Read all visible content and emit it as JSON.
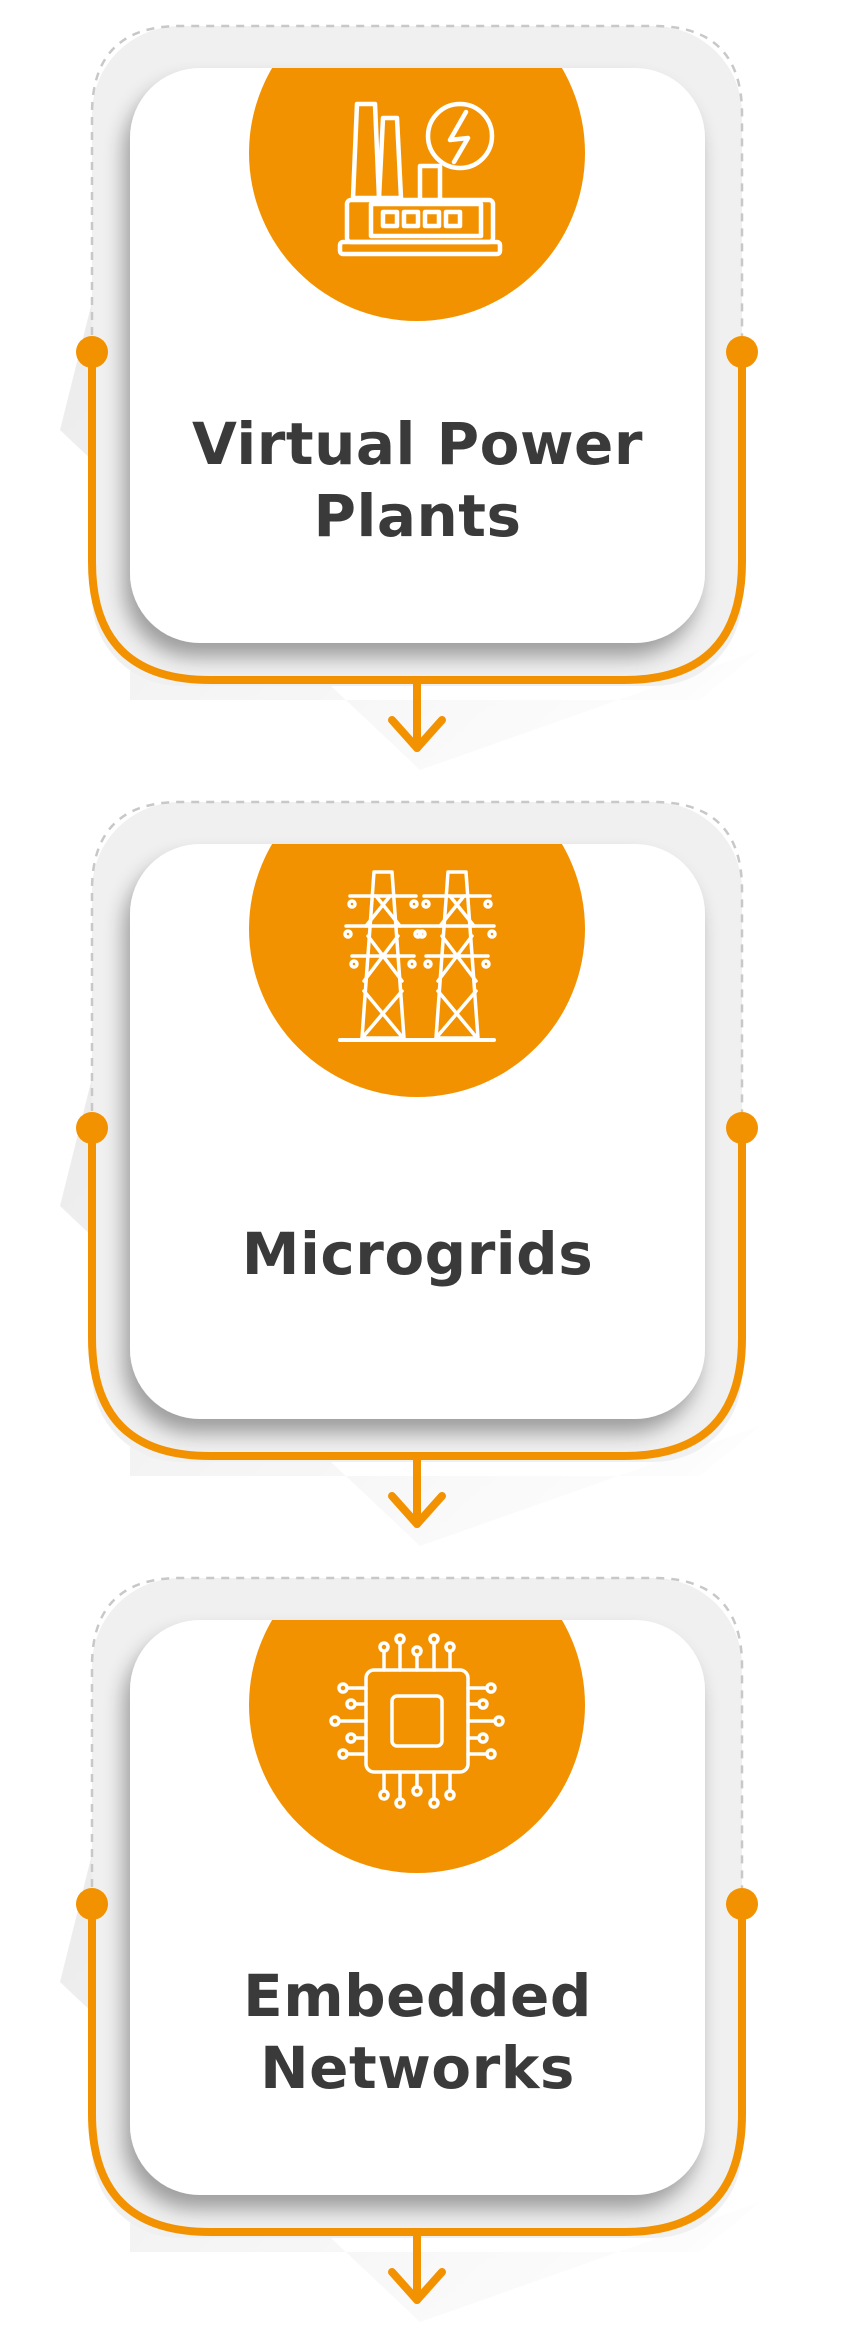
{
  "colors": {
    "accent": "#F39200",
    "card": "#FFFFFF",
    "outer_frame": "#F0F0F0",
    "text": "#3A3A3A",
    "dashed_border": "#C8C8C8"
  },
  "steps": [
    {
      "label": "Virtual Power\nPlants",
      "icon": "power-plant-icon"
    },
    {
      "label": "Microgrids",
      "icon": "transmission-towers-icon"
    },
    {
      "label": "Embedded\nNetworks",
      "icon": "microchip-icon"
    }
  ]
}
